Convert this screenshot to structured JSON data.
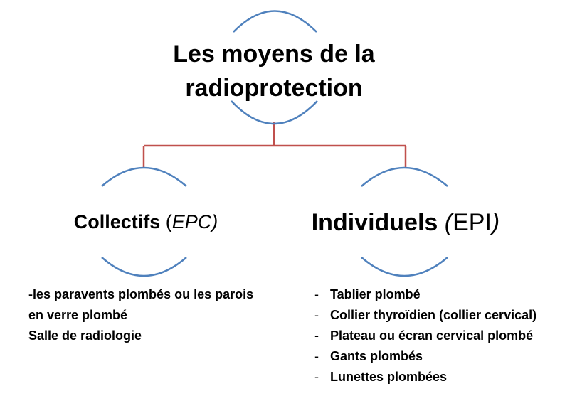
{
  "colors": {
    "arc": "#4f81bd",
    "connector": "#c0504d",
    "text": "#000000"
  },
  "title": {
    "line1": "Les moyens de la",
    "line2": "radioprotection"
  },
  "left_node": {
    "label_bold": "Collectifs",
    "paren_open": " (",
    "abbr": "EPC)",
    "items": [
      "-les paravents plombés ou les parois",
      "en verre plombé",
      "Salle de radiologie"
    ]
  },
  "right_node": {
    "label_bold": "Individuels ",
    "paren_open": "(",
    "abbr": "EPI",
    "paren_close": ")",
    "items": [
      "Tablier plombé",
      " Collier thyroïdien (collier cervical)",
      "Plateau ou écran cervical plombé",
      " Gants plombés",
      "Lunettes plombées"
    ]
  }
}
